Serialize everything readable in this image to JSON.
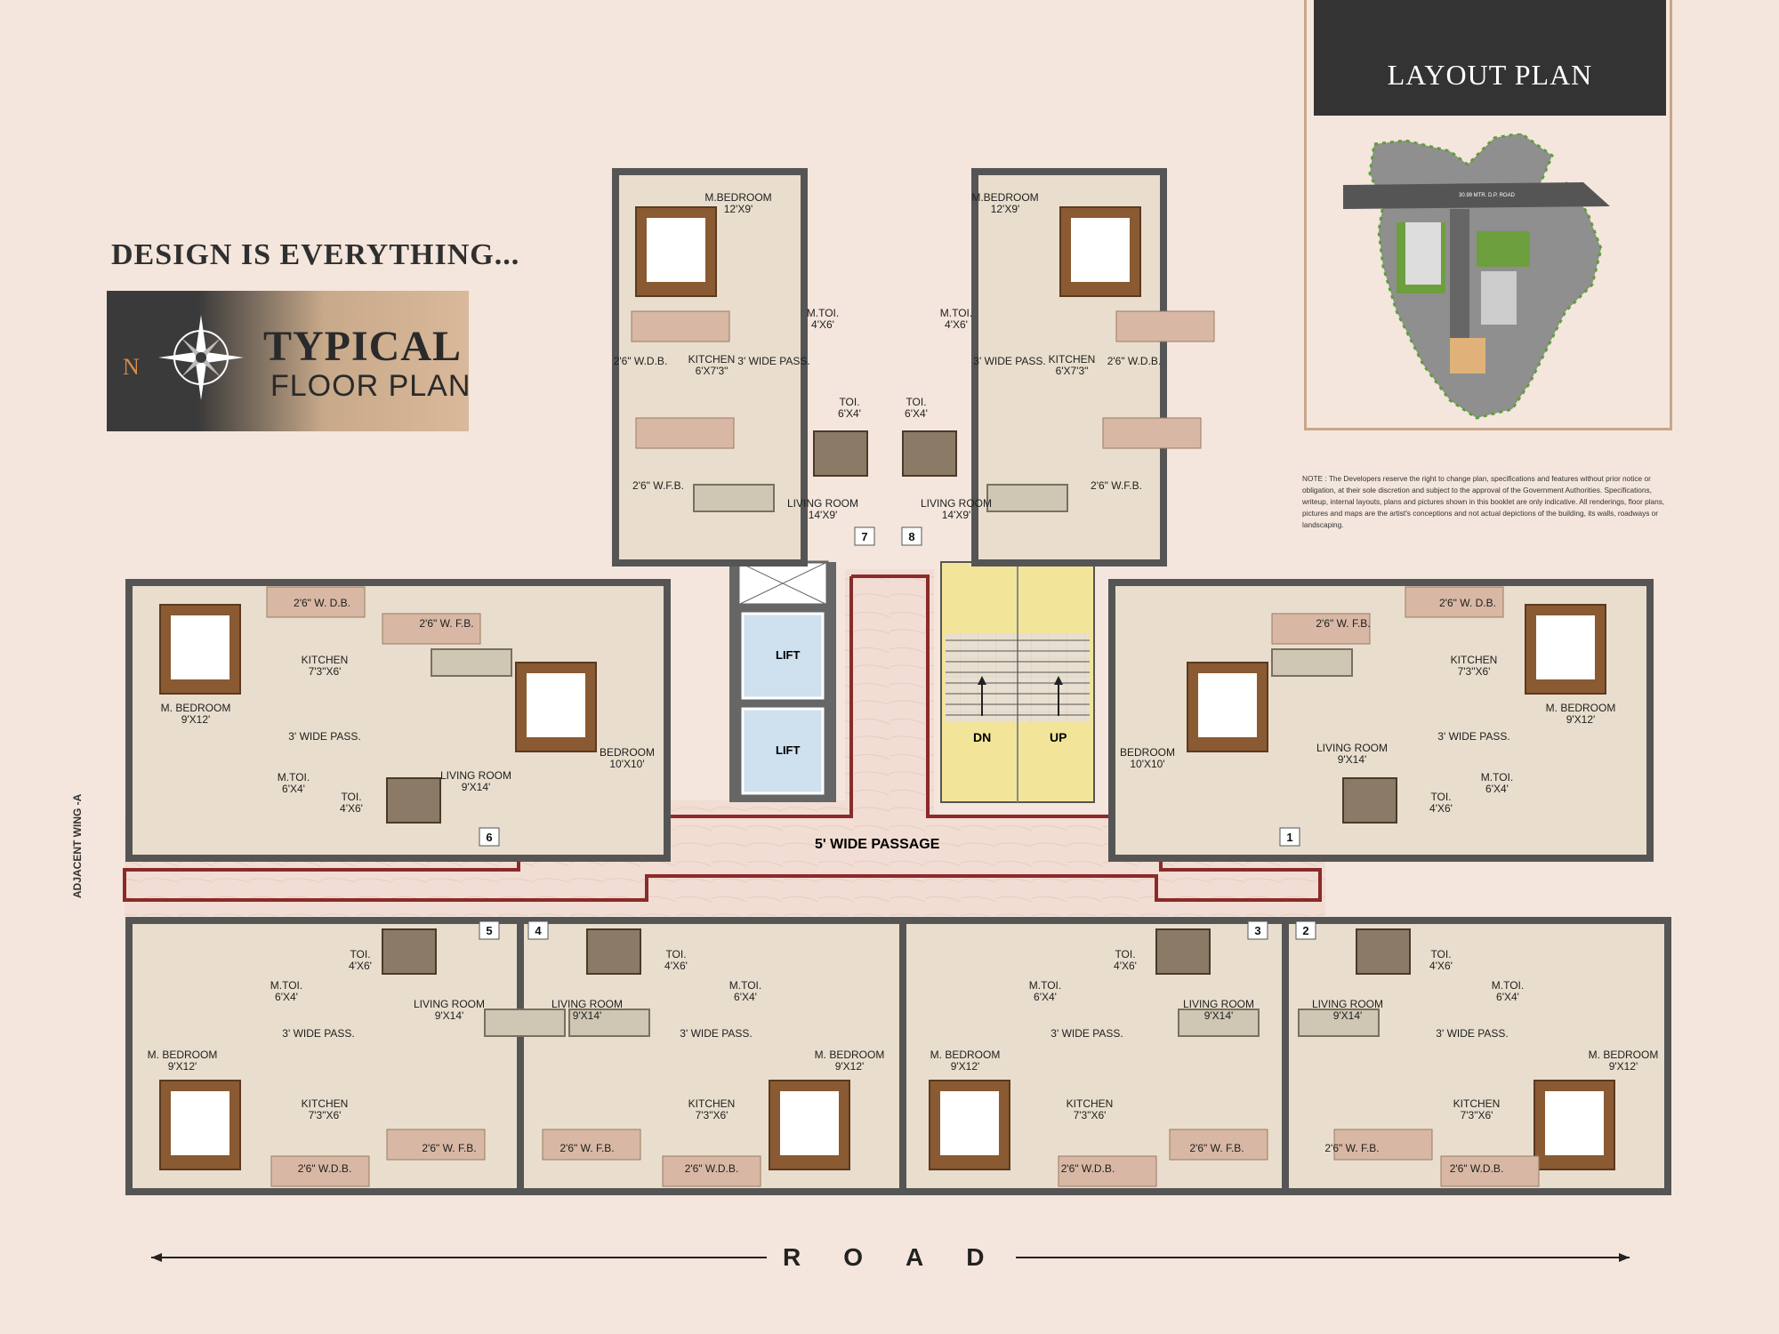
{
  "tagline": "DESIGN IS EVERYTHING...",
  "title": {
    "main": "TYPICAL",
    "sub": "FLOOR PLAN"
  },
  "compass_label": "N",
  "layout_plan": {
    "heading": "LAYOUT PLAN",
    "road_caption": "30.99 MTR. D.P. ROAD"
  },
  "note": "NOTE : The Developers reserve the right to change plan, specifications and features without prior notice or obligation, at their sole discretion and subject to the approval of the Government Authorities. Specifications, writeup, internal layouts, plans and pictures shown in this booklet are only indicative. All renderings, floor plans, pictures and maps are the artist's conceptions and not actual depictions of the building, its walls, roadways or landscaping.",
  "road": "ROAD",
  "adjacent_wing": "ADJACENT WING -A",
  "common": {
    "lift1": "LIFT",
    "lift2": "LIFT",
    "passage": "5' WIDE PASSAGE",
    "dn": "DN",
    "up": "UP"
  },
  "flat_numbers": [
    "1",
    "2",
    "3",
    "4",
    "5",
    "6",
    "7",
    "8"
  ],
  "rooms": [
    {
      "label": "M.BEDROOM",
      "dim": "12'X9'"
    },
    {
      "label": "M.BEDROOM",
      "dim": "12'X9'"
    },
    {
      "label": "M.TOI.",
      "dim": "4'X6'"
    },
    {
      "label": "M.TOI.",
      "dim": "4'X6'"
    },
    {
      "label": "KITCHEN",
      "dim": "6'X7'3\""
    },
    {
      "label": "KITCHEN",
      "dim": "6'X7'3\""
    },
    {
      "label": "TOI.",
      "dim": "6'X4'"
    },
    {
      "label": "TOI.",
      "dim": "6'X4'"
    },
    {
      "label": "LIVING ROOM",
      "dim": "14'X9'"
    },
    {
      "label": "LIVING ROOM",
      "dim": "14'X9'"
    },
    {
      "label": "3' WIDE PASS.",
      "dim": ""
    },
    {
      "label": "3' WIDE PASS.",
      "dim": ""
    },
    {
      "label": "2'6\" W.D.B.",
      "dim": ""
    },
    {
      "label": "2'6\" W.D.B.",
      "dim": ""
    },
    {
      "label": "2'6\" W.F.B.",
      "dim": ""
    },
    {
      "label": "2'6\" W.F.B.",
      "dim": ""
    },
    {
      "label": "M. BEDROOM",
      "dim": "9'X12'"
    },
    {
      "label": "KITCHEN",
      "dim": "7'3\"X6'"
    },
    {
      "label": "3' WIDE PASS.",
      "dim": ""
    },
    {
      "label": "M.TOI.",
      "dim": "6'X4'"
    },
    {
      "label": "TOI.",
      "dim": "4'X6'"
    },
    {
      "label": "LIVING ROOM",
      "dim": "9'X14'"
    },
    {
      "label": "BEDROOM",
      "dim": "10'X10'"
    },
    {
      "label": "2'6\" W. D.B.",
      "dim": ""
    },
    {
      "label": "2'6\" W. F.B.",
      "dim": ""
    },
    {
      "label": "M. BEDROOM",
      "dim": "9'X12'"
    },
    {
      "label": "KITCHEN",
      "dim": "7'3\"X6'"
    },
    {
      "label": "3' WIDE PASS.",
      "dim": ""
    },
    {
      "label": "M.TOI.",
      "dim": "6'X4'"
    },
    {
      "label": "TOI.",
      "dim": "4'X6'"
    },
    {
      "label": "LIVING ROOM",
      "dim": "9'X14'"
    },
    {
      "label": "BEDROOM",
      "dim": "10'X10'"
    },
    {
      "label": "2'6\" W. D.B.",
      "dim": ""
    },
    {
      "label": "2'6\" W. F.B.",
      "dim": ""
    },
    {
      "label": "M. BEDROOM",
      "dim": "9'X12'"
    },
    {
      "label": "KITCHEN",
      "dim": "7'3\"X6'"
    },
    {
      "label": "3' WIDE PASS.",
      "dim": ""
    },
    {
      "label": "M.TOI.",
      "dim": "6'X4'"
    },
    {
      "label": "TOI.",
      "dim": "4'X6'"
    },
    {
      "label": "LIVING ROOM",
      "dim": "9'X14'"
    },
    {
      "label": "2'6\" W.D.B.",
      "dim": ""
    },
    {
      "label": "2'6\" W. F.B.",
      "dim": ""
    },
    {
      "label": "M. BEDROOM",
      "dim": "9'X12'"
    },
    {
      "label": "KITCHEN",
      "dim": "7'3\"X6'"
    },
    {
      "label": "3' WIDE PASS.",
      "dim": ""
    },
    {
      "label": "M.TOI.",
      "dim": "6'X4'"
    },
    {
      "label": "TOI.",
      "dim": "4'X6'"
    },
    {
      "label": "LIVING ROOM",
      "dim": "9'X14'"
    },
    {
      "label": "2'6\" W.D.B.",
      "dim": ""
    },
    {
      "label": "2'6\" W. F.B.",
      "dim": ""
    },
    {
      "label": "M. BEDROOM",
      "dim": "9'X12'"
    },
    {
      "label": "KITCHEN",
      "dim": "7'3\"X6'"
    },
    {
      "label": "3' WIDE PASS.",
      "dim": ""
    },
    {
      "label": "M.TOI.",
      "dim": "6'X4'"
    },
    {
      "label": "TOI.",
      "dim": "4'X6'"
    },
    {
      "label": "LIVING ROOM",
      "dim": "9'X14'"
    },
    {
      "label": "2'6\" W.D.B.",
      "dim": ""
    },
    {
      "label": "2'6\" W. F.B.",
      "dim": ""
    },
    {
      "label": "M. BEDROOM",
      "dim": "9'X12'"
    },
    {
      "label": "KITCHEN",
      "dim": "7'3\"X6'"
    },
    {
      "label": "3' WIDE PASS.",
      "dim": ""
    },
    {
      "label": "M.TOI.",
      "dim": "6'X4'"
    },
    {
      "label": "TOI.",
      "dim": "4'X6'"
    },
    {
      "label": "LIVING ROOM",
      "dim": "9'X14'"
    },
    {
      "label": "2'6\" W.D.B.",
      "dim": ""
    },
    {
      "label": "2'6\" W. F.B.",
      "dim": ""
    }
  ]
}
